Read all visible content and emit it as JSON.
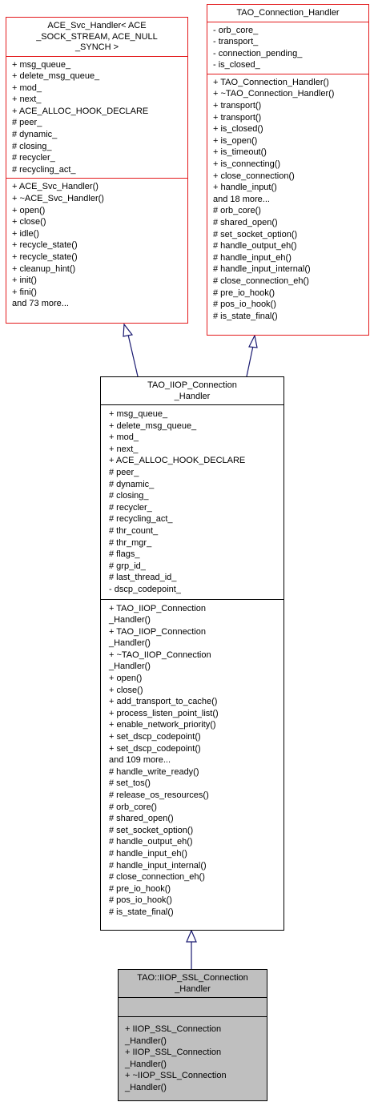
{
  "classes": {
    "ace_svc_handler": {
      "title": [
        "ACE_Svc_Handler< ACE",
        "_SOCK_STREAM, ACE_NULL",
        "_SYNCH >"
      ],
      "attributes": [
        "+ msg_queue_",
        "+ delete_msg_queue_",
        "+ mod_",
        "+ next_",
        "+ ACE_ALLOC_HOOK_DECLARE",
        "# peer_",
        "# dynamic_",
        "# closing_",
        "# recycler_",
        "# recycling_act_"
      ],
      "methods": [
        "+ ACE_Svc_Handler()",
        "+ ~ACE_Svc_Handler()",
        "+ open()",
        "+ close()",
        "+ idle()",
        "+ recycle_state()",
        "+ recycle_state()",
        "+ cleanup_hint()",
        "+ init()",
        "+ fini()",
        "and 73 more..."
      ]
    },
    "tao_connection_handler": {
      "title": [
        "TAO_Connection_Handler"
      ],
      "attributes": [
        "- orb_core_",
        "- transport_",
        "- connection_pending_",
        "- is_closed_"
      ],
      "methods": [
        "+ TAO_Connection_Handler()",
        "+ ~TAO_Connection_Handler()",
        "+ transport()",
        "+ transport()",
        "+ is_closed()",
        "+ is_open()",
        "+ is_timeout()",
        "+ is_connecting()",
        "+ close_connection()",
        "+ handle_input()",
        "and 18 more...",
        "# orb_core()",
        "# shared_open()",
        "# set_socket_option()",
        "# handle_output_eh()",
        "# handle_input_eh()",
        "# handle_input_internal()",
        "# close_connection_eh()",
        "# pre_io_hook()",
        "# pos_io_hook()",
        "# is_state_final()"
      ]
    },
    "tao_iiop_connection_handler": {
      "title": [
        "TAO_IIOP_Connection",
        "_Handler"
      ],
      "attributes": [
        "+ msg_queue_",
        "+ delete_msg_queue_",
        "+ mod_",
        "+ next_",
        "+ ACE_ALLOC_HOOK_DECLARE",
        "# peer_",
        "# dynamic_",
        "# closing_",
        "# recycler_",
        "# recycling_act_",
        "# thr_count_",
        "# thr_mgr_",
        "# flags_",
        "# grp_id_",
        "# last_thread_id_",
        "- dscp_codepoint_"
      ],
      "methods": [
        "+ TAO_IIOP_Connection",
        "_Handler()",
        "+ TAO_IIOP_Connection",
        "_Handler()",
        "+ ~TAO_IIOP_Connection",
        "_Handler()",
        "+ open()",
        "+ close()",
        "+ add_transport_to_cache()",
        "+ process_listen_point_list()",
        "+ enable_network_priority()",
        "+ set_dscp_codepoint()",
        "+ set_dscp_codepoint()",
        "and 109 more...",
        "# handle_write_ready()",
        "# set_tos()",
        "# release_os_resources()",
        "# orb_core()",
        "# shared_open()",
        "# set_socket_option()",
        "# handle_output_eh()",
        "# handle_input_eh()",
        "# handle_input_internal()",
        "# close_connection_eh()",
        "# pre_io_hook()",
        "# pos_io_hook()",
        "# is_state_final()"
      ]
    },
    "iiop_ssl_connection_handler": {
      "title": [
        "TAO::IIOP_SSL_Connection",
        "_Handler"
      ],
      "attributes": [],
      "methods": [
        "+ IIOP_SSL_Connection",
        "_Handler()",
        "+ IIOP_SSL_Connection",
        "_Handler()",
        "+ ~IIOP_SSL_Connection",
        "_Handler()"
      ]
    }
  },
  "colors": {
    "border_highlight": "#e31a1c",
    "edge": "#191970",
    "focus_fill": "#bfbfbf"
  }
}
